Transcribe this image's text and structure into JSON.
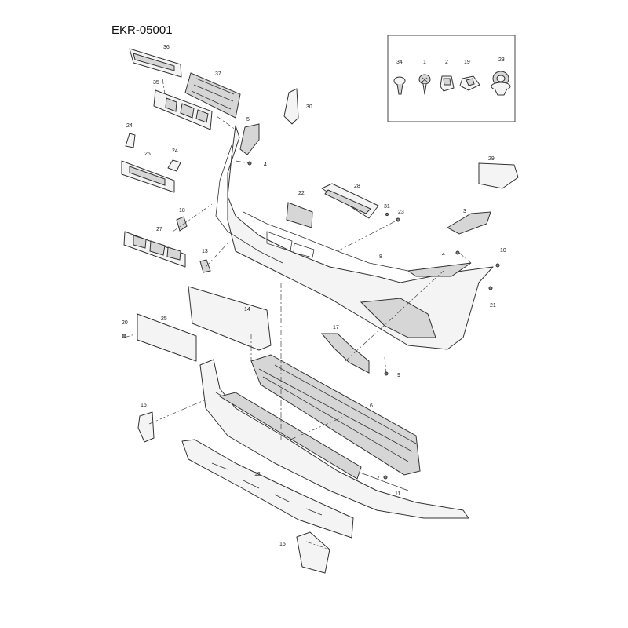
{
  "title": "EKR-05001",
  "callouts": [
    "36",
    "37",
    "35",
    "30",
    "24",
    "5",
    "26",
    "24",
    "4",
    "29",
    "22",
    "28",
    "18",
    "31",
    "23",
    "3",
    "27",
    "13",
    "8",
    "4",
    "10",
    "21",
    "14",
    "20",
    "25",
    "17",
    "9",
    "16",
    "6",
    "7",
    "12",
    "11",
    "15",
    "34",
    "1",
    "2",
    "19",
    "23"
  ]
}
